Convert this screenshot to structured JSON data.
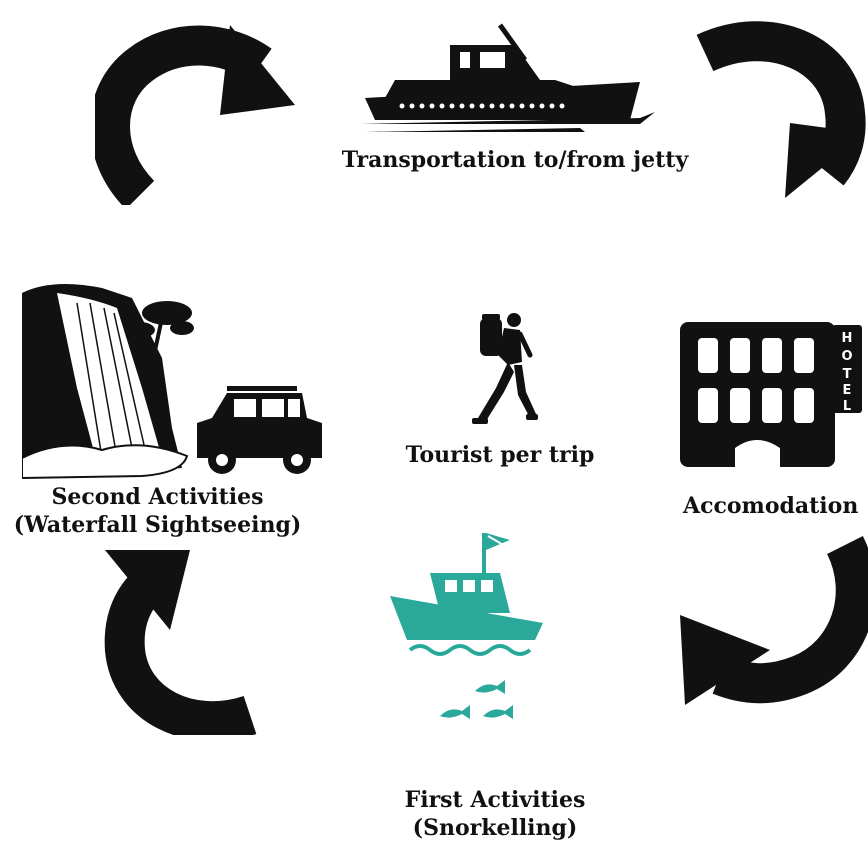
{
  "nodes": {
    "transport": {
      "label": "Transportation to/from jetty",
      "icon": "ferry-icon"
    },
    "accommodation": {
      "label": "Accomodation",
      "icon": "hotel-icon",
      "sign_text": "HOTEL"
    },
    "first_activity": {
      "line1": "First Activities",
      "line2": "(Snorkelling)",
      "icon": "snorkel-boat-icon"
    },
    "second_activity": {
      "line1": "Second Activities",
      "line2": "(Waterfall Sightseeing)",
      "icon": "waterfall-jeep-icon"
    },
    "center": {
      "label": "Tourist per trip",
      "icon": "hiker-icon"
    }
  },
  "colors": {
    "ink": "#111111",
    "teal": "#2aa89a",
    "background": "#ffffff"
  },
  "arrows": [
    "curved-arrow-top-left-icon",
    "curved-arrow-top-right-icon",
    "curved-arrow-bottom-right-icon",
    "curved-arrow-bottom-left-icon"
  ]
}
